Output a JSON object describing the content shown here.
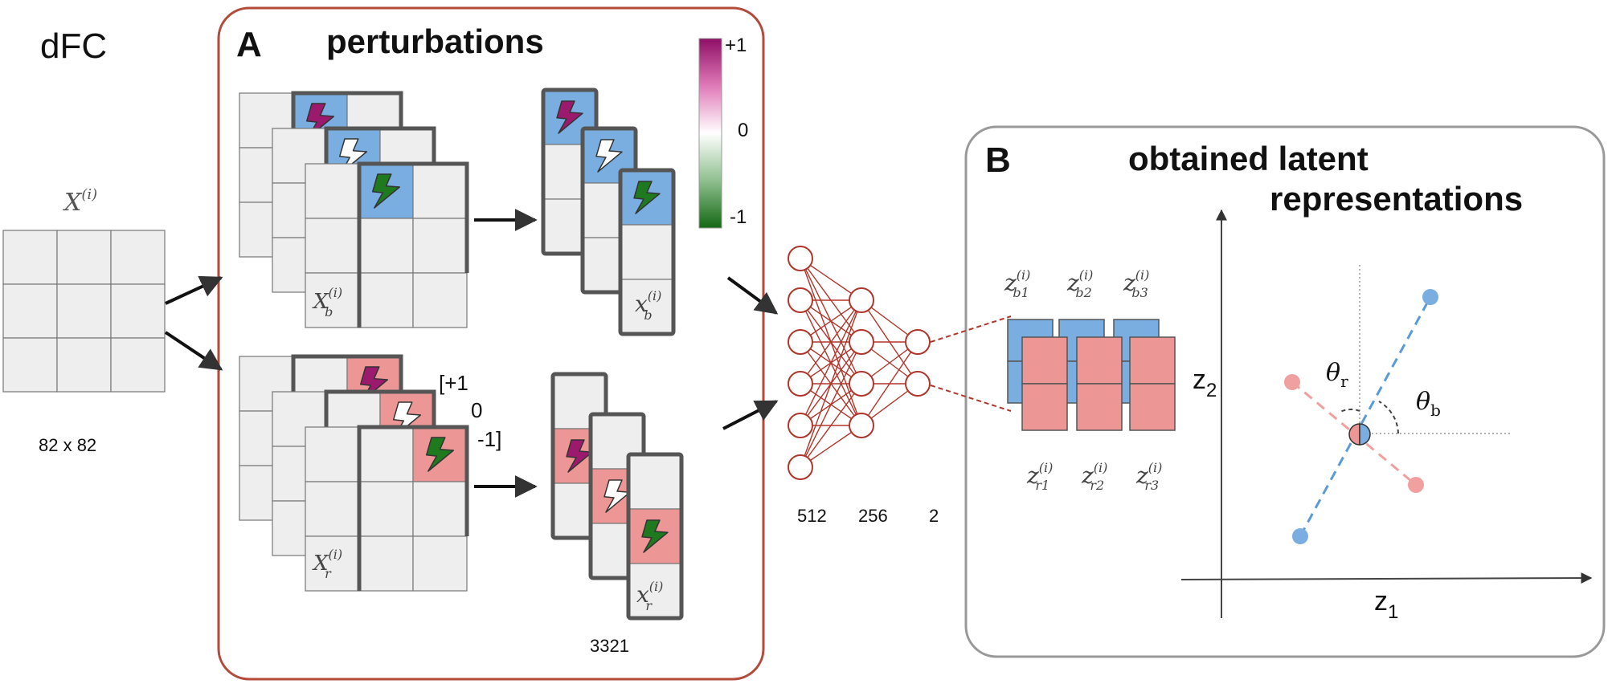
{
  "labels": {
    "dfc_title": "dFC",
    "input_matrix_label": "X",
    "superscript_i": "(i)",
    "input_size": "82 x 82",
    "panel_a_letter": "A",
    "panel_a_title": "perturbations",
    "panel_b_letter": "B",
    "panel_b_title_line1": "obtained latent",
    "panel_b_title_line2": "representations",
    "colorbar_max": "+1",
    "colorbar_mid": "0",
    "colorbar_min": "-1",
    "perturb_values_line1": "[+1",
    "perturb_values_line2": "0",
    "perturb_values_line3": "-1]",
    "vector_length": "3321",
    "axis_z1": "z",
    "axis_z2": "z",
    "axis_sub_1": "1",
    "axis_sub_2": "2",
    "theta": "θ",
    "theta_r_sub": "r",
    "theta_b_sub": "b"
  },
  "matrices": {
    "Xb": {
      "base": "X",
      "sub": "b"
    },
    "Xr": {
      "base": "X",
      "sub": "r"
    },
    "xb": {
      "base": "x",
      "sub": "b"
    },
    "xr": {
      "base": "x",
      "sub": "r"
    }
  },
  "latents": {
    "z_base": "z",
    "b_subs": [
      "b1",
      "b2",
      "b3"
    ],
    "r_subs": [
      "r1",
      "r2",
      "r3"
    ]
  },
  "network": {
    "layers": [
      {
        "label": "512",
        "nodes": 6
      },
      {
        "label": "256",
        "nodes": 4
      },
      {
        "label": "2",
        "nodes": 2
      }
    ]
  },
  "colors": {
    "blue": "#7aaee0",
    "pink": "#ec9696",
    "magenta": "#9c1a6e",
    "green": "#1f7a1f",
    "net_red": "#b0352a",
    "panel_a_border": "#b34a3a",
    "panel_b_border": "#999999",
    "cell_fill": "#eeeeee",
    "point_blue": "#7aaee0",
    "point_pink": "#f0a0a0"
  }
}
